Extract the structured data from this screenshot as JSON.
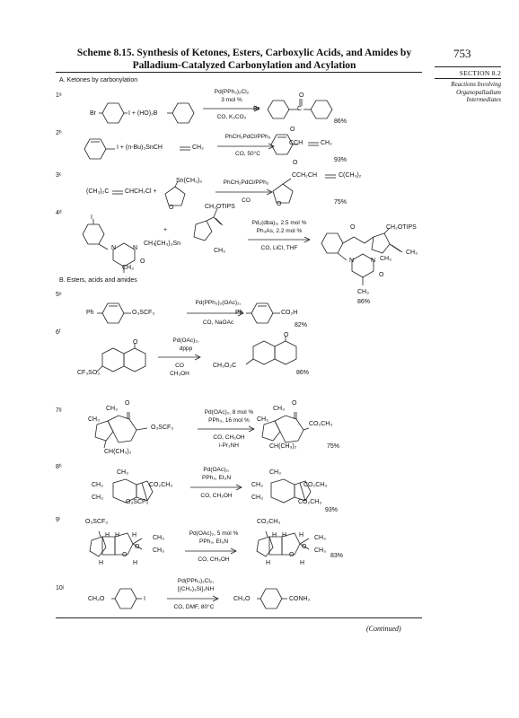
{
  "header": {
    "title": "Scheme 8.15. Synthesis of Ketones, Esters, Carboxylic Acids, and Amides by Palladium-Catalyzed Carbonylation and Acylation",
    "page_number": "753",
    "section": "SECTION 8.2",
    "sidebar": "Reactions Involving Organopalladium Intermediates"
  },
  "sections": {
    "a": "A. Ketones by carbonylation",
    "b": "B. Esters, acids and amides"
  },
  "entries": [
    {
      "label": "1ᵃ",
      "reagent": "Pd(PPh₃)₂Cl₂",
      "reagent2": "3 mol %",
      "conditions": "CO, K₂CO₃",
      "yield": "86%",
      "sm": "Br",
      "sm2": "I + (HO)₂B",
      "product": "Br",
      "product_co": "O"
    },
    {
      "label": "2ᵇ",
      "reagent": "PhCH₂PdCl/PPh₃",
      "reagent2": "",
      "conditions": "CO, 50°C",
      "yield": "93%",
      "sm": "I + (n-Bu)₃SnCH",
      "sm2": "CH₂",
      "product": "CCH",
      "product_co": "CH₂"
    },
    {
      "label": "3ᶜ",
      "reagent": "PhCH₂PdCl/PPh₃",
      "reagent2": "",
      "conditions": "CO",
      "yield": "75%",
      "sm": "(CH₃)₂C",
      "sm2": "CHCH₂Cl +",
      "tin": "Sn(CH₃)₃",
      "product": "CCH₂CH",
      "product_co": "C(CH₃)₂"
    },
    {
      "label": "4ᵈ",
      "reagent": "Pd₂(dba)₃, 2.5 mol %",
      "reagent2": "Ph₃As, 2.2 mol %",
      "conditions": "CO, LiCl, THF",
      "yield": "86%",
      "sm": "I",
      "sm2": "CH₃",
      "tin": "(CH₃)₃Sn",
      "otips": "CH₂OTIPS",
      "n": "N",
      "o": "O",
      "me": "CH₃",
      "prod_otips": "CH₂OTIPS",
      "prod_o": "O"
    },
    {
      "label": "5ᵉ",
      "reagent": "Pd(PPh₃)₂(OAc)₂,",
      "reagent2": "",
      "conditions": "CO, NaOAc",
      "yield": "82%",
      "sm": "Ph",
      "sm2": "O₃SCF₃",
      "product": "Ph",
      "product_co": "CO₂H"
    },
    {
      "label": "6ᶠ",
      "reagent": "Pd(OAc)₂,",
      "reagent2": "dppp",
      "conditions": "CO",
      "conditions2": "CH₃OH",
      "yield": "86%",
      "sm": "CF₃SO₃",
      "sm_o": "O",
      "product": "CH₃O₂C",
      "product_o": "O"
    },
    {
      "label": "7ᵍ",
      "reagent": "Pd(OAc)₂, 8 mol %",
      "reagent2": "PPh₃, 16 mol %",
      "conditions": "CO, CH₃OH",
      "conditions2": "i-Pr₂NH",
      "yield": "75%",
      "sm_me1": "CH₃",
      "sm_me2": "CH₃",
      "sm_o": "O",
      "sm_otf": "O₃SCF₃",
      "sm_ipr": "CH(CH₃)₂",
      "product_me1": "CH₃",
      "product_me2": "CH₃",
      "product_o": "O",
      "product_ester": "CO₂CH₃",
      "product_ipr": "CH(CH₃)₂"
    },
    {
      "label": "8ʰ",
      "reagent": "Pd(OAc)₂,",
      "reagent2": "PPh₃, Et₃N",
      "conditions": "CO, CH₃OH",
      "yield": "93%",
      "sm_me": "CH₃",
      "sm_me2": "CH₃",
      "sm_me3": "CH₃",
      "sm_ester": "CO₂CH₃",
      "sm_otf": "O₃SCF₃",
      "product_me": "CH₃",
      "product_ester": "CO₂CH₃",
      "product_ester2": "CO₂CH₃"
    },
    {
      "label": "9ⁱ",
      "reagent": "Pd(OAc)₂, 5 mol %",
      "reagent2": "PPh₃, Et₃N",
      "conditions": "CO, CH₃OH",
      "yield": "83%",
      "sm_otf": "O₃SCF₃",
      "sm_h": "H",
      "sm_o": "O",
      "sm_me": "CH₃",
      "product_ester": "CO₂CH₃"
    },
    {
      "label": "10ʲ",
      "reagent": "Pd(PPh₃)₂Cl₂,",
      "reagent2": "[(CH₃)₃Si]₂NH",
      "conditions": "CO, DMF, 80°C",
      "yield": "",
      "sm": "CH₃O",
      "sm2": "I",
      "product": "CH₃O",
      "product2": "CONH₂"
    }
  ],
  "footer": {
    "continued": "(Continued)"
  }
}
